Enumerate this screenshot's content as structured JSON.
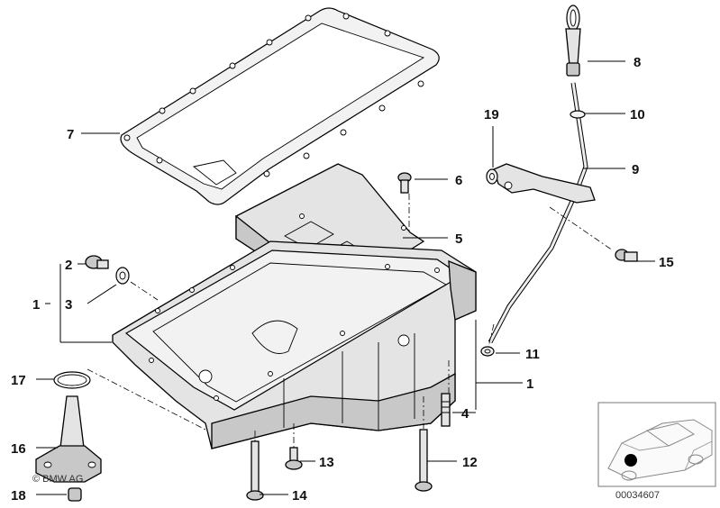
{
  "diagram": {
    "callouts": [
      {
        "id": "c1a",
        "label": "1"
      },
      {
        "id": "c1b",
        "label": "1"
      },
      {
        "id": "c2",
        "label": "2"
      },
      {
        "id": "c3",
        "label": "3"
      },
      {
        "id": "c4",
        "label": "4"
      },
      {
        "id": "c5",
        "label": "5"
      },
      {
        "id": "c6",
        "label": "6"
      },
      {
        "id": "c7",
        "label": "7"
      },
      {
        "id": "c8",
        "label": "8"
      },
      {
        "id": "c9",
        "label": "9"
      },
      {
        "id": "c10",
        "label": "10"
      },
      {
        "id": "c11",
        "label": "11"
      },
      {
        "id": "c12",
        "label": "12"
      },
      {
        "id": "c13",
        "label": "13"
      },
      {
        "id": "c14",
        "label": "14"
      },
      {
        "id": "c15",
        "label": "15"
      },
      {
        "id": "c16",
        "label": "16"
      },
      {
        "id": "c17",
        "label": "17"
      },
      {
        "id": "c18",
        "label": "18"
      },
      {
        "id": "c19",
        "label": "19"
      }
    ],
    "copyright": "© BMW AG",
    "diagram_number": "00034607"
  }
}
